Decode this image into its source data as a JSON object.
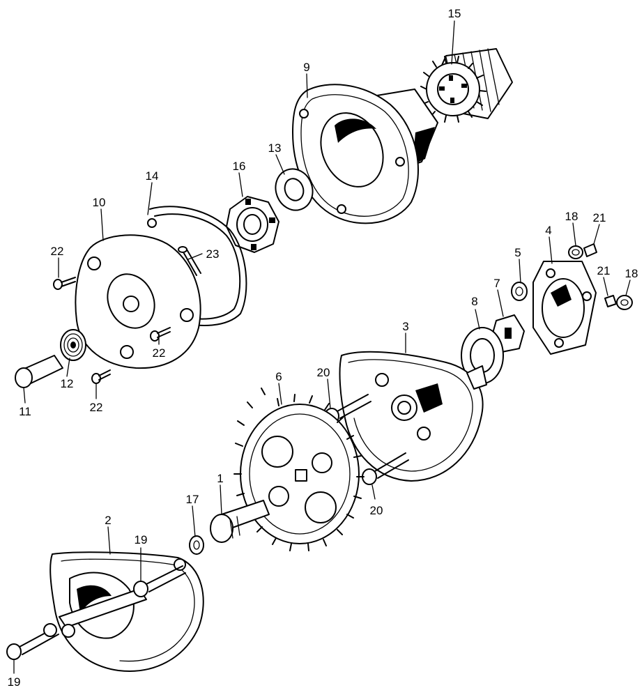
{
  "diagram": {
    "callouts": {
      "p1": "1",
      "p2": "2",
      "p3": "3",
      "p4": "4",
      "p5": "5",
      "p6": "6",
      "p7": "7",
      "p8": "8",
      "p9": "9",
      "p10": "10",
      "p11": "11",
      "p12": "12",
      "p13": "13",
      "p14": "14",
      "p15": "15",
      "p16": "16",
      "p17": "17",
      "p18a": "18",
      "p18b": "18",
      "p19a": "19",
      "p19b": "19",
      "p20a": "20",
      "p20b": "20",
      "p21a": "21",
      "p21b": "21",
      "p22a": "22",
      "p22b": "22",
      "p22c": "22",
      "p23": "23"
    }
  }
}
